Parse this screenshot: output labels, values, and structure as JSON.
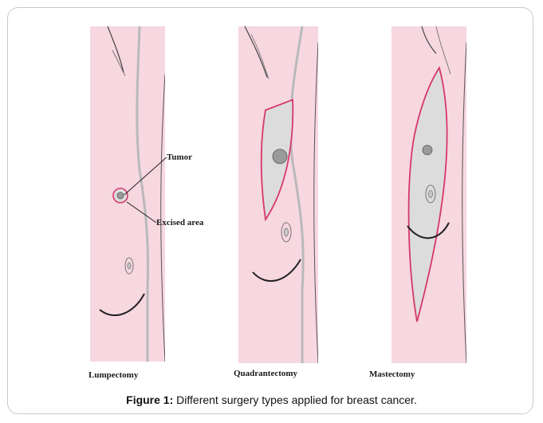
{
  "panels": [
    {
      "label": "Lumpectomy"
    },
    {
      "label": "Quadrantectomy"
    },
    {
      "label": "Mastectomy"
    }
  ],
  "annotations": {
    "tumor": "Tumor",
    "excised_area": "Excised area"
  },
  "caption": {
    "prefix": "Figure 1:",
    "text": " Different surgery types applied for breast cancer."
  },
  "colors": {
    "skin": "#f7d7e0",
    "excision": "#d6386a",
    "excised_fill": "#dcdcdc",
    "outline": "#3a3a3a"
  }
}
